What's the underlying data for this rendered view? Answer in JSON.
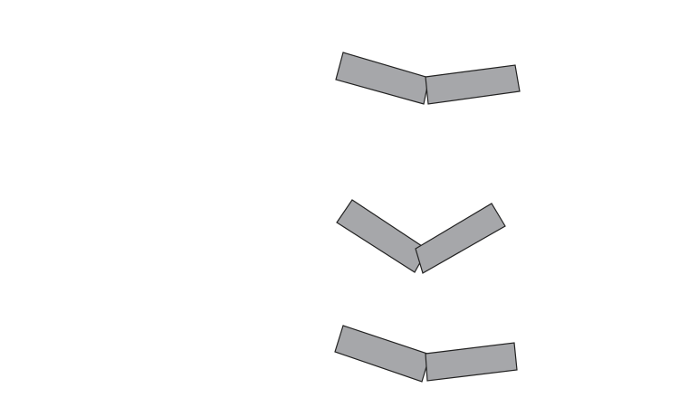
{
  "diagram": {
    "fill_color": "#a6a7aa",
    "stroke_color": "#222222",
    "background_color": "#ffffff",
    "pairs": [
      {
        "left_bar": "bar",
        "right_bar": "bar"
      },
      {
        "left_bar": "bar",
        "right_bar": "bar"
      },
      {
        "left_bar": "bar",
        "right_bar": "bar"
      }
    ]
  }
}
